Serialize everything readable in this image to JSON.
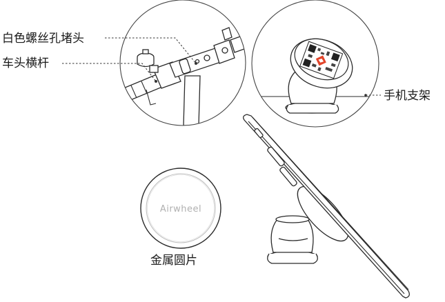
{
  "labels": {
    "white_screw_cap": "白色螺丝孔堵头",
    "handlebar": "车头横杆",
    "phone_holder": "手机支架",
    "metal_plate": "金属圆片"
  },
  "plate_logo": "Airwheel",
  "colors": {
    "line": "#2a2a2a",
    "qr_accent": "#e2452b",
    "background": "#ffffff"
  }
}
